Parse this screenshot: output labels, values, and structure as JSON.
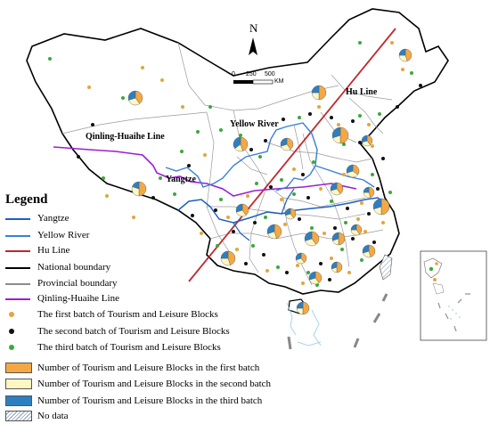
{
  "labels": {
    "north": "N",
    "scale_0": "0",
    "scale_250": "250",
    "scale_500": "500",
    "scale_unit": "KM",
    "hu_line": "Hu Line",
    "yellow_river": "Yellow River",
    "qinling_huaihe": "Qinling-Huaihe Line",
    "yangtze": "Yangtze"
  },
  "legend": {
    "title": "Legend",
    "items": [
      {
        "label": "Yangtze",
        "kind": "line",
        "color": "#1f5fbf"
      },
      {
        "label": "Yellow River",
        "kind": "line",
        "color": "#3a7fd6"
      },
      {
        "label": "Hu Line",
        "kind": "line",
        "color": "#c0282d"
      },
      {
        "label": "National boundary",
        "kind": "line",
        "color": "#000000"
      },
      {
        "label": "Provincial boundary",
        "kind": "line",
        "color": "#8c8c8c"
      },
      {
        "label": "Qinling-Huaihe Line",
        "kind": "line",
        "color": "#9b1fd1"
      },
      {
        "label": "The first batch of Tourism and Leisure Blocks",
        "kind": "dot",
        "color": "#e2a63b"
      },
      {
        "label": "The second batch of Tourism and Leisure Blocks",
        "kind": "dot",
        "color": "#111111"
      },
      {
        "label": "The third batch of Tourism and Leisure Blocks",
        "kind": "dot",
        "color": "#3aa93a"
      },
      {
        "label": "Number of Tourism and Leisure Blocks in the first batch",
        "kind": "box",
        "color": "#f4a844"
      },
      {
        "label": "Number of Tourism and Leisure Blocks in the second batch",
        "kind": "box",
        "color": "#fff6c2"
      },
      {
        "label": "Number of Tourism and Leisure Blocks in the third batch",
        "kind": "box",
        "color": "#2e7fc0"
      },
      {
        "label": "No data",
        "kind": "hatch",
        "color": "#8a9cb5"
      }
    ]
  },
  "colors": {
    "land": "#ffffff",
    "national_boundary": "#000000",
    "provincial_boundary": "#9a9a9a",
    "sea_islands": "#a9d3ec",
    "first_batch": "#f4a844",
    "second_batch": "#fff6c2",
    "third_batch": "#2e7fc0"
  }
}
